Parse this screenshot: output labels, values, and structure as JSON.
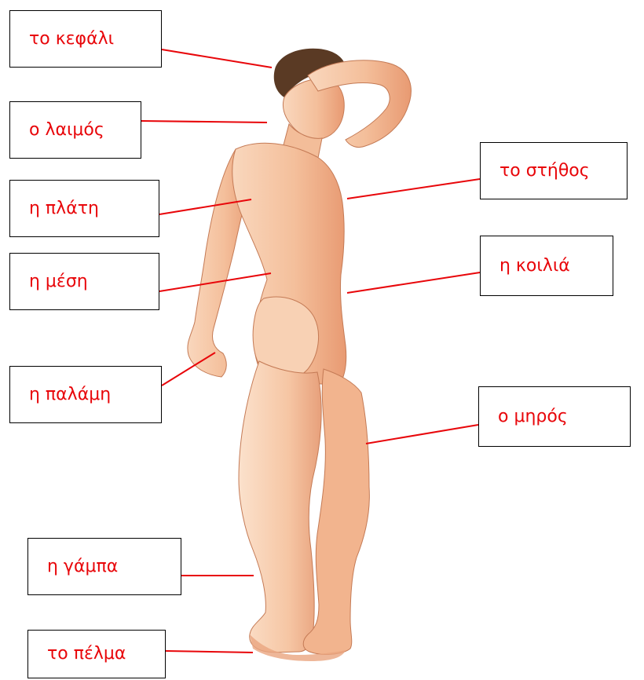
{
  "labels": {
    "head": "το κεφάλι",
    "neck": "ο λαιμός",
    "back": "η πλάτη",
    "waist": "η μέση",
    "palm": "η παλάμη",
    "back_of_knee": "η γάμπα",
    "sole": "το πέλμα",
    "chest": "το στήθος",
    "belly": "η κοιλιά",
    "thigh": "ο μηρός"
  },
  "colors": {
    "label_text": "#e8060a",
    "leader_line": "#e8060a",
    "box_border": "#000000",
    "skin": "#f6c7a3",
    "skin_shadow": "#e59a72",
    "hair": "#5a3a24"
  }
}
